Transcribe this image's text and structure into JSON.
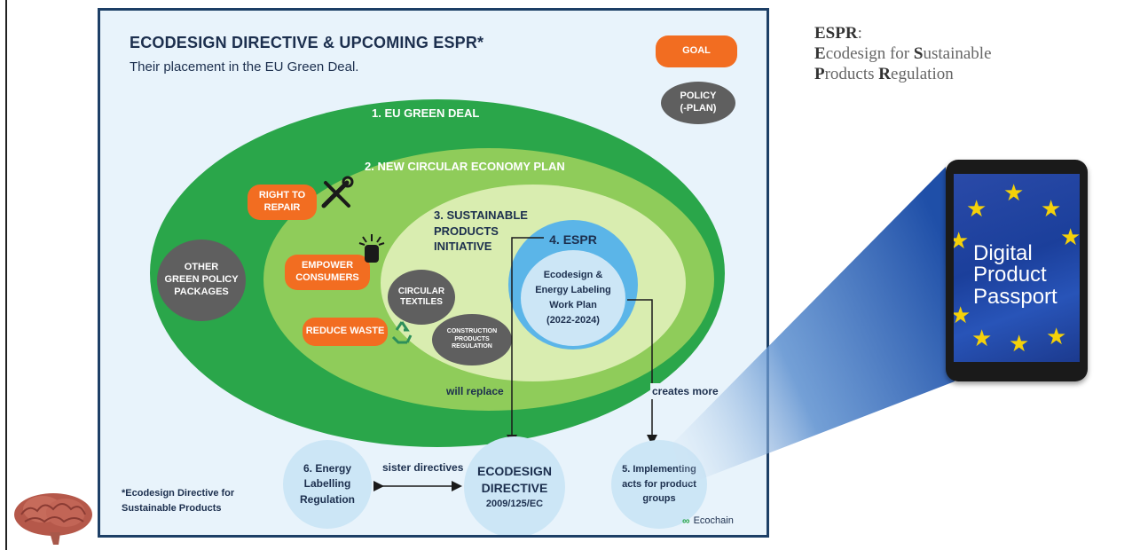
{
  "panel": {
    "title": "ECODESIGN DIRECTIVE & UPCOMING ESPR*",
    "subtitle": "Their placement in the EU Green Deal.",
    "legend": {
      "goal": "GOAL",
      "policy_line1": "POLICY",
      "policy_line2": "(-PLAN)"
    },
    "levels": {
      "l1": "1. EU GREEN DEAL",
      "l2": "2. NEW CIRCULAR ECONOMY PLAN",
      "l3_line1": "3. SUSTAINABLE",
      "l3_line2": "PRODUCTS",
      "l3_line3": "INITIATIVE",
      "l4": "4. ESPR"
    },
    "goals": {
      "repair_line1": "RIGHT TO",
      "repair_line2": "REPAIR",
      "empower_line1": "EMPOWER",
      "empower_line2": "CONSUMERS",
      "waste": "REDUCE WASTE"
    },
    "policies": {
      "other_line1": "OTHER",
      "other_line2": "GREEN POLICY",
      "other_line3": "PACKAGES",
      "textiles_line1": "CIRCULAR",
      "textiles_line2": "TEXTILES",
      "cpr_line1": "CONSTRUCTION",
      "cpr_line2": "PRODUCTS",
      "cpr_line3": "REGULATION"
    },
    "workplan": {
      "line1": "Ecodesign &",
      "line2": "Energy Labeling",
      "line3": "Work Plan",
      "line4": "(2022-2024)"
    },
    "arrows": {
      "will_replace": "will replace",
      "creates_more": "creates more",
      "sister": "sister directives"
    },
    "bottom": {
      "energy_line1": "6. Energy",
      "energy_line2": "Labelling",
      "energy_line3": "Regulation",
      "eco_line1": "ECODESIGN",
      "eco_line2": "DIRECTIVE",
      "eco_line3": "2009/125/EC",
      "impl_line1": "5. Implementing",
      "impl_line2": "acts for product",
      "impl_line3": "groups"
    },
    "footnote_line1": "*Ecodesign Directive for",
    "footnote_line2": "Sustainable Products",
    "brand": "Ecochain"
  },
  "espr_def": {
    "abbr": "ESPR",
    "colon": ":",
    "E": "E",
    "w1": "codesign for ",
    "S": "S",
    "w2": "ustainable",
    "P": "P",
    "w3": "roducts ",
    "R": "R",
    "w4": "egulation"
  },
  "tablet": {
    "line1": "Digital",
    "line2": "Product",
    "line3": "Passport"
  },
  "colors": {
    "navy": "#1c2f4e",
    "goal_orange": "#f26d21",
    "policy_grey": "#5f5f5f",
    "green_outer": "#2aa64a",
    "green_mid": "#8fcc5a",
    "green_inner": "#d9edb0",
    "espr_blue": "#5bb5e8",
    "light_blue": "#cce6f6",
    "eu_blue": "#1b3f9b",
    "eu_yellow": "#f4d10a"
  }
}
